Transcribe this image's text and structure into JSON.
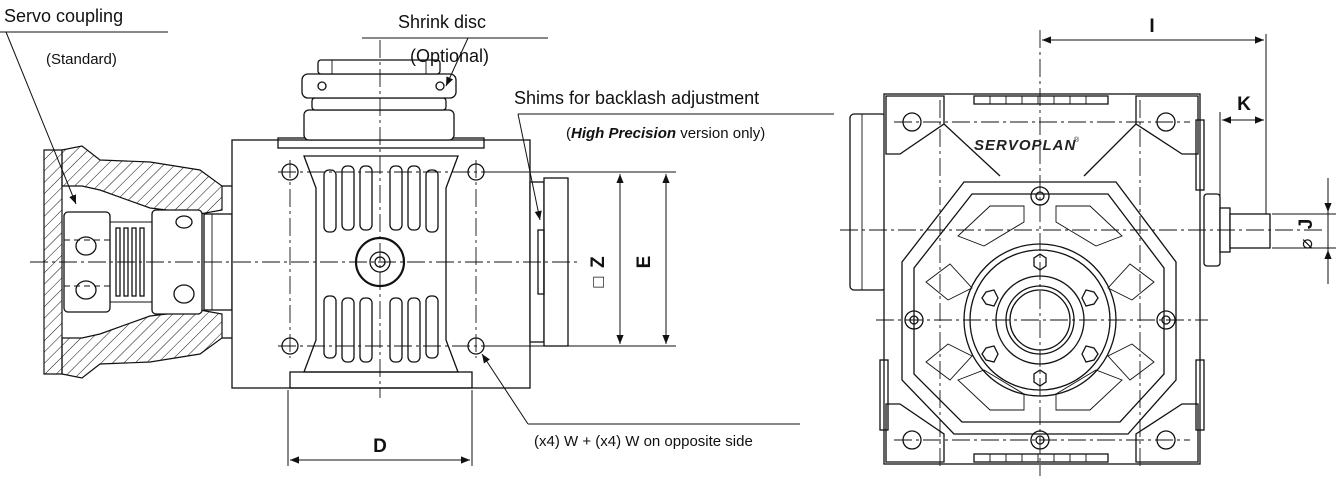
{
  "callouts": {
    "servo_coupling": "Servo coupling",
    "servo_coupling_note": "(Standard)",
    "shrink_disc": "Shrink disc",
    "shrink_disc_note": "(Optional)",
    "shims": "Shims for backlash adjustment",
    "shims_note_open": "(",
    "shims_note_em": "High Precision",
    "shims_note_rest": " version only)",
    "holes": "(x4) W + (x4) W on opposite side"
  },
  "dimensions": {
    "D": "D",
    "E": "E",
    "Z": "Z",
    "square_symbol": "□",
    "I": "I",
    "K": "K",
    "J": "J",
    "diameter_symbol": "⌀"
  },
  "brand": "SERVOPLAN",
  "brand_mark": "®"
}
